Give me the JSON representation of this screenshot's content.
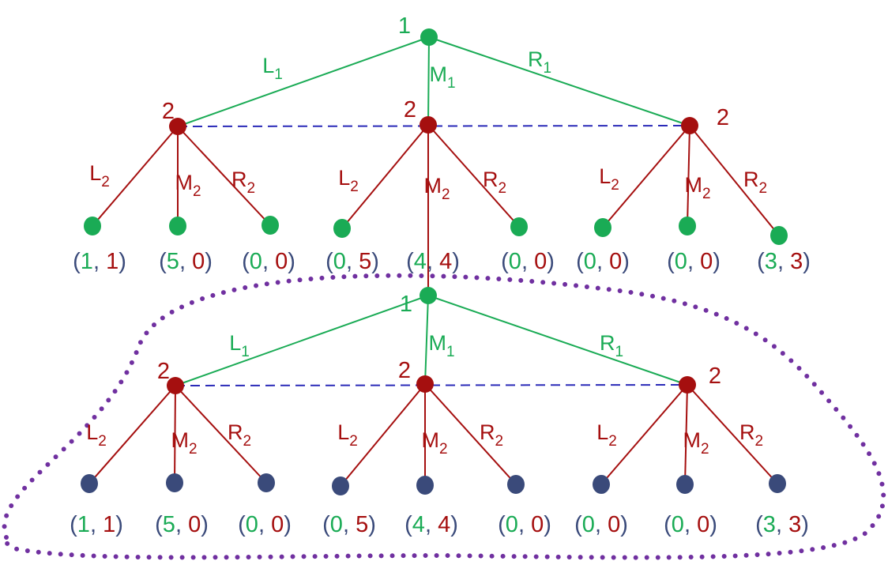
{
  "colors": {
    "green": "#1aab55",
    "red": "#a50f0f",
    "blue_edge": "#2a2ab8",
    "dark_blue": "#3a4a7a",
    "purple": "#7030a0",
    "paren": "#3a4a7a"
  },
  "stages": [
    {
      "root_player": "1",
      "actions1": [
        {
          "base": "L",
          "sub": "1"
        },
        {
          "base": "M",
          "sub": "1"
        },
        {
          "base": "R",
          "sub": "1"
        }
      ],
      "p2_players": [
        "2",
        "2",
        "2"
      ],
      "actions2": [
        {
          "base": "L",
          "sub": "2"
        },
        {
          "base": "M",
          "sub": "2"
        },
        {
          "base": "R",
          "sub": "2"
        }
      ],
      "payoffs": [
        {
          "a": "1",
          "b": "1"
        },
        {
          "a": "5",
          "b": "0"
        },
        {
          "a": "0",
          "b": "0"
        },
        {
          "a": "0",
          "b": "5"
        },
        {
          "a": "4",
          "b": "4"
        },
        {
          "a": "0",
          "b": "0"
        },
        {
          "a": "0",
          "b": "0"
        },
        {
          "a": "0",
          "b": "0"
        },
        {
          "a": "3",
          "b": "3"
        }
      ]
    },
    {
      "root_player": "1",
      "actions1": [
        {
          "base": "L",
          "sub": "1"
        },
        {
          "base": "M",
          "sub": "1"
        },
        {
          "base": "R",
          "sub": "1"
        }
      ],
      "p2_players": [
        "2",
        "2",
        "2"
      ],
      "actions2": [
        {
          "base": "L",
          "sub": "2"
        },
        {
          "base": "M",
          "sub": "2"
        },
        {
          "base": "R",
          "sub": "2"
        }
      ],
      "payoffs": [
        {
          "a": "1",
          "b": "1"
        },
        {
          "a": "5",
          "b": "0"
        },
        {
          "a": "0",
          "b": "0"
        },
        {
          "a": "0",
          "b": "5"
        },
        {
          "a": "4",
          "b": "4"
        },
        {
          "a": "0",
          "b": "0"
        },
        {
          "a": "0",
          "b": "0"
        },
        {
          "a": "0",
          "b": "0"
        },
        {
          "a": "3",
          "b": "3"
        }
      ]
    }
  ]
}
